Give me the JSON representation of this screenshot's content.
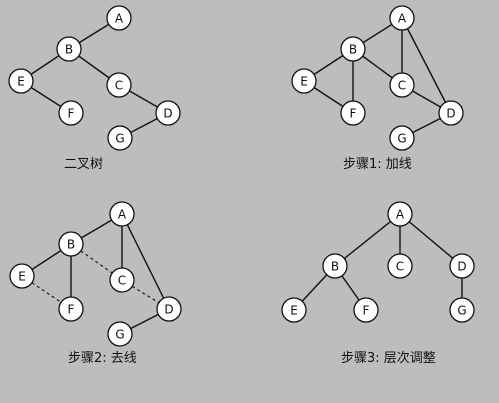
{
  "panels": [
    {
      "caption": "二叉树",
      "nodes": [
        "A",
        "B",
        "C",
        "D",
        "E",
        "F",
        "G"
      ],
      "edges": [
        [
          "A",
          "B",
          "solid"
        ],
        [
          "B",
          "E",
          "solid"
        ],
        [
          "B",
          "C",
          "solid"
        ],
        [
          "E",
          "F",
          "solid"
        ],
        [
          "C",
          "D",
          "solid"
        ],
        [
          "D",
          "G",
          "solid"
        ]
      ]
    },
    {
      "caption": "步骤1: 加线",
      "nodes": [
        "A",
        "B",
        "C",
        "D",
        "E",
        "F",
        "G"
      ],
      "edges": [
        [
          "A",
          "B",
          "solid"
        ],
        [
          "A",
          "C",
          "solid"
        ],
        [
          "A",
          "D",
          "solid"
        ],
        [
          "B",
          "E",
          "solid"
        ],
        [
          "B",
          "F",
          "solid"
        ],
        [
          "B",
          "C",
          "solid"
        ],
        [
          "E",
          "F",
          "solid"
        ],
        [
          "C",
          "D",
          "solid"
        ],
        [
          "D",
          "G",
          "solid"
        ]
      ]
    },
    {
      "caption": "步骤2: 去线",
      "nodes": [
        "A",
        "B",
        "C",
        "D",
        "E",
        "F",
        "G"
      ],
      "edges": [
        [
          "A",
          "B",
          "solid"
        ],
        [
          "A",
          "C",
          "solid"
        ],
        [
          "A",
          "D",
          "solid"
        ],
        [
          "B",
          "E",
          "solid"
        ],
        [
          "B",
          "F",
          "solid"
        ],
        [
          "B",
          "C",
          "dashed"
        ],
        [
          "E",
          "F",
          "dashed"
        ],
        [
          "C",
          "D",
          "dashed"
        ],
        [
          "D",
          "G",
          "solid"
        ]
      ]
    },
    {
      "caption": "步骤3: 层次调整",
      "nodes": [
        "A",
        "B",
        "C",
        "D",
        "E",
        "F",
        "G"
      ],
      "edges": [
        [
          "A",
          "B",
          "solid"
        ],
        [
          "A",
          "C",
          "solid"
        ],
        [
          "A",
          "D",
          "solid"
        ],
        [
          "B",
          "E",
          "solid"
        ],
        [
          "B",
          "F",
          "solid"
        ],
        [
          "D",
          "G",
          "solid"
        ]
      ]
    }
  ]
}
